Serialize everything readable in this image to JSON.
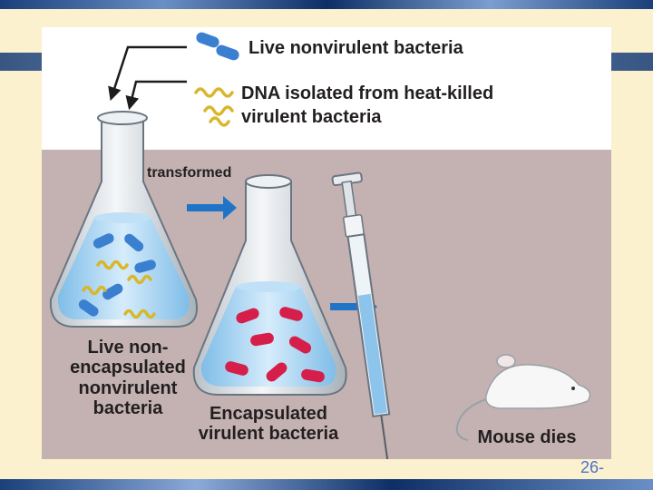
{
  "legend": {
    "live_label": "Live nonvirulent bacteria",
    "dna_label_line1": "DNA isolated from heat-killed",
    "dna_label_line2": "virulent bacteria"
  },
  "labels": {
    "transformed": "transformed",
    "flask1_line1": "Live non-",
    "flask1_line2": "encapsulated",
    "flask1_line3": "nonvirulent",
    "flask1_line4": "bacteria",
    "flask2_line1": "Encapsulated",
    "flask2_line2": "virulent bacteria",
    "mouse": "Mouse dies"
  },
  "page_number": "26-",
  "colors": {
    "bench": "#c3b2b1",
    "live_bacteria": "#3a7fd0",
    "dna": "#d9b62a",
    "virulent_bacteria": "#d51e4a",
    "arrow": "#1f74c7",
    "liquid": "#a8d3f2"
  }
}
